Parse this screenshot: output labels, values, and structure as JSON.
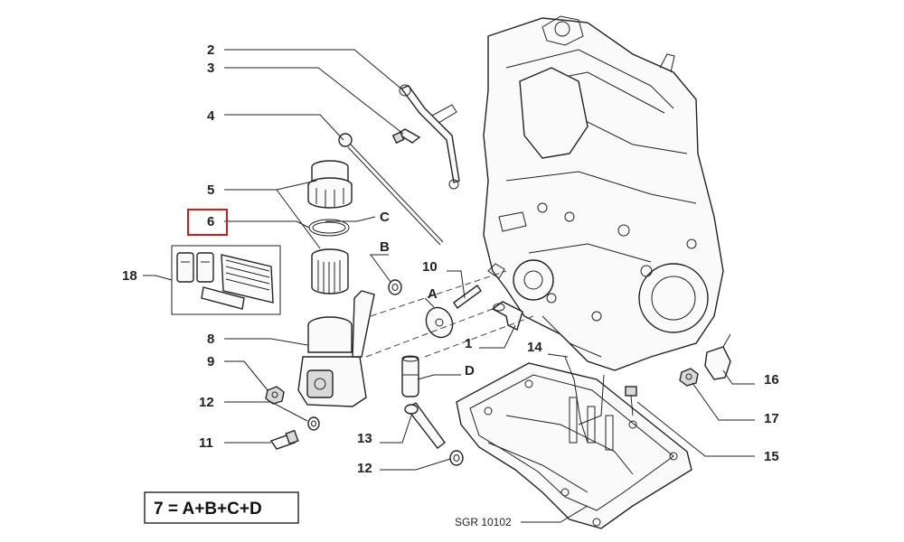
{
  "callouts": {
    "c1": "1",
    "c2": "2",
    "c3": "3",
    "c4": "4",
    "c5": "5",
    "c6": "6",
    "c8": "8",
    "c9": "9",
    "c10": "10",
    "c11": "11",
    "c12a": "12",
    "c12b": "12",
    "c13": "13",
    "c14": "14",
    "c15": "15",
    "c16": "16",
    "c17": "17",
    "c18": "18",
    "cA": "A",
    "cB": "B",
    "cC": "C",
    "cD": "D"
  },
  "formula": "7 = A+B+C+D",
  "reference_code": "SGR 10102",
  "colors": {
    "highlight": "#d11a1a",
    "line": "#222222"
  }
}
